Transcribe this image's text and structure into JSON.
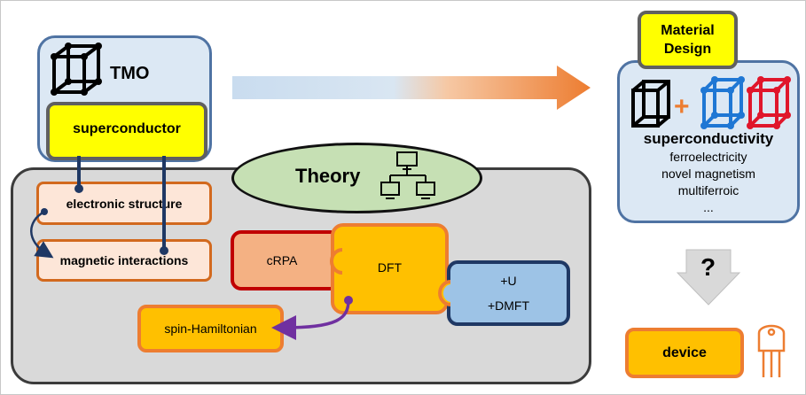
{
  "tmo": {
    "label": "TMO",
    "superconductor": "superconductor"
  },
  "pills": {
    "electronic_structure": "electronic structure",
    "magnetic_interactions": "magnetic interactions"
  },
  "theory": {
    "label": "Theory"
  },
  "methods": {
    "crpa": "cRPA",
    "dft": "DFT",
    "plus_u": "+U",
    "plus_dmft": "+DMFT",
    "spin_hamiltonian": "spin-Hamiltonian"
  },
  "material_design": {
    "title_line1": "Material",
    "title_line2": "Design",
    "plus": "+",
    "main_property": "superconductivity",
    "properties": [
      "ferroelectricity",
      "novel magnetism",
      "multiferroic",
      "..."
    ]
  },
  "question": "?",
  "device": "device",
  "colors": {
    "orange": "#ed7d31",
    "yellow": "#ffff00",
    "blue_lattice": "#1f77d4",
    "red_lattice": "#e0162b",
    "navy": "#1f3864"
  },
  "icons": [
    "cube-lattice-icon",
    "network-computers-icon",
    "transistor-icon"
  ]
}
